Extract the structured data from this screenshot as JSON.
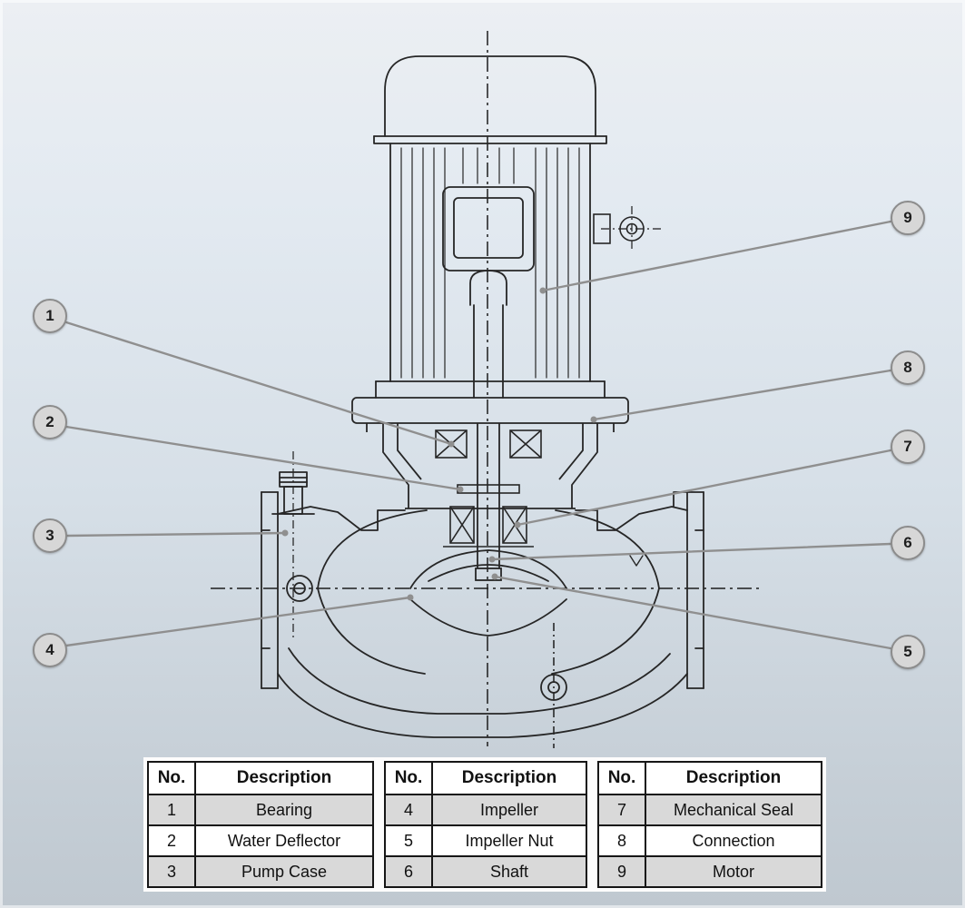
{
  "callouts": [
    {
      "label": "1"
    },
    {
      "label": "2"
    },
    {
      "label": "3"
    },
    {
      "label": "4"
    },
    {
      "label": "5"
    },
    {
      "label": "6"
    },
    {
      "label": "7"
    },
    {
      "label": "8"
    },
    {
      "label": "9"
    }
  ],
  "tables": [
    {
      "headers": {
        "no": "No.",
        "desc": "Description"
      },
      "rows": [
        {
          "no": "1",
          "desc": "Bearing"
        },
        {
          "no": "2",
          "desc": "Water Deflector"
        },
        {
          "no": "3",
          "desc": "Pump Case"
        }
      ]
    },
    {
      "headers": {
        "no": "No.",
        "desc": "Description"
      },
      "rows": [
        {
          "no": "4",
          "desc": "Impeller"
        },
        {
          "no": "5",
          "desc": "Impeller Nut"
        },
        {
          "no": "6",
          "desc": "Shaft"
        }
      ]
    },
    {
      "headers": {
        "no": "No.",
        "desc": "Description"
      },
      "rows": [
        {
          "no": "7",
          "desc": "Mechanical Seal"
        },
        {
          "no": "8",
          "desc": "Connection"
        },
        {
          "no": "9",
          "desc": "Motor"
        }
      ]
    }
  ],
  "colors": {
    "background_top": "#eceff3",
    "background_bottom": "#bfc8d0",
    "callout_fill": "#d7d7d7",
    "callout_border": "#8c8c8c",
    "leader_line": "#8f8f8f",
    "line_art": "#262626",
    "table_row_shade": "#d9d9d9"
  }
}
